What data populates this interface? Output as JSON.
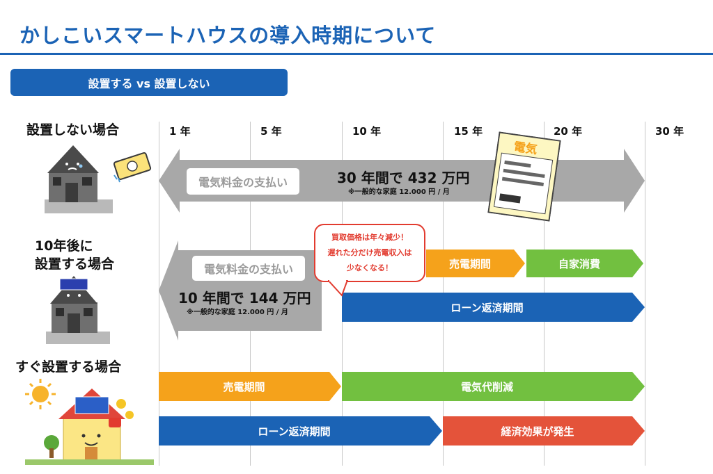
{
  "title": "かしこいスマートハウスの導入時期について",
  "subtitle_pill": "設置する vs 設置しない",
  "years": [
    "1 年",
    "5 年",
    "10 年",
    "15 年",
    "20 年",
    "30 年"
  ],
  "rows": {
    "no_install": {
      "label": "設置しない場合",
      "tag": "電気料金の支払い",
      "total": "30 年間で 432 万円",
      "note": "※一般的な家庭 12.000 円 / 月",
      "bill_text": "電気"
    },
    "install_later": {
      "label_line1": "10年後に",
      "label_line2": "設置する場合",
      "tag": "電気料金の支払い",
      "total": "10 年間で 144 万円",
      "note": "※一般的な家庭 12.000 円 / 月",
      "callout_lines": [
        "買取価格は年々減少！",
        "遅れた分だけ売電収入は",
        "少なくなる！"
      ],
      "bar_sell": "売電期間",
      "bar_self": "自家消費",
      "bar_loan": "ローン返済期間"
    },
    "install_now": {
      "label": "すぐ設置する場合",
      "bar_sell": "売電期間",
      "bar_reduce": "電気代削減",
      "bar_loan": "ローン返済期間",
      "bar_effect": "経済効果が発生"
    }
  },
  "colors": {
    "blue": "#1b63b5",
    "orange": "#f5a21b",
    "green": "#72c040",
    "red": "#e4533a",
    "gray": "#a8a8a8"
  }
}
